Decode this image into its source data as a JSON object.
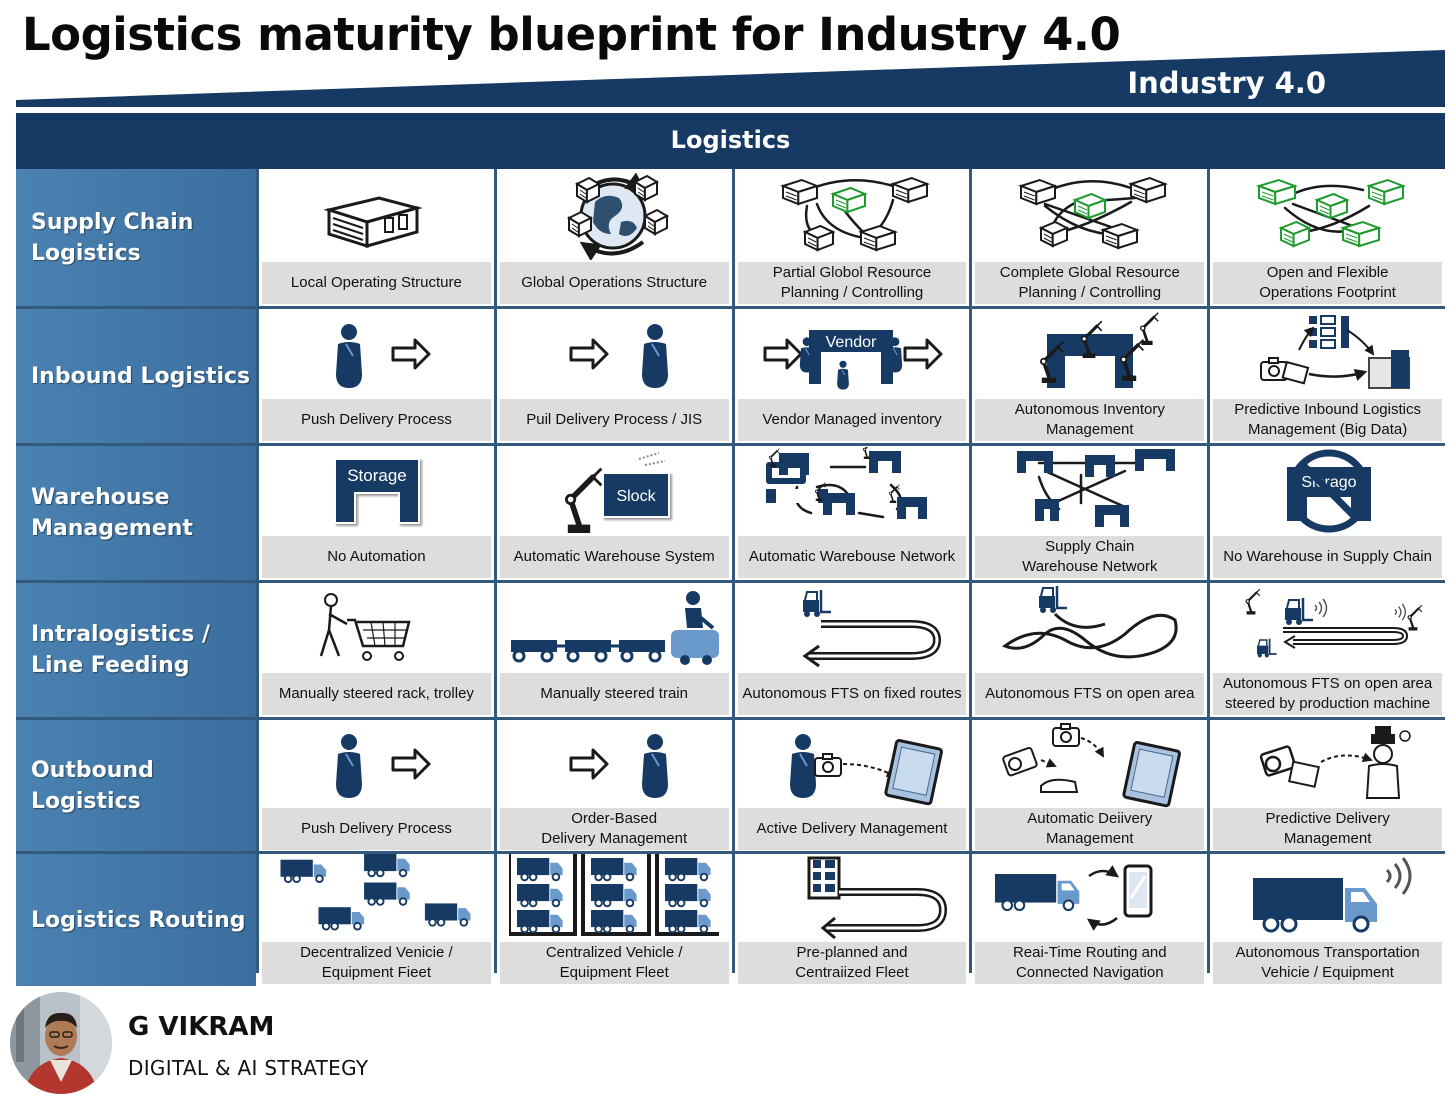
{
  "header": {
    "title": "Logistics maturity blueprint for Industry 4.0",
    "banner": "Industry 4.0",
    "section": "Logistics"
  },
  "colors": {
    "navy": "#163a63",
    "row_blue": "#3e75a5",
    "caption_gray": "#dddddd",
    "accent_green": "#1f9a2e"
  },
  "rows": [
    {
      "label": "Supply Chain\nLogistics",
      "cells": [
        {
          "icon": "building-icon",
          "text": "Local Operating Structure"
        },
        {
          "icon": "globe-network-icon",
          "text": "Global Operations Structure"
        },
        {
          "icon": "partial-network-icon",
          "text": "Partial Globol Resource\nPlanning / Controlling"
        },
        {
          "icon": "full-network-icon",
          "text": "Complete Global Resource\nPlanning / Controlling"
        },
        {
          "icon": "green-network-icon",
          "text": "Open and Flexible\nOperations Footprint"
        }
      ]
    },
    {
      "label": "Inbound Logistics",
      "cells": [
        {
          "icon": "person-push-icon",
          "text": "Push Delivery Process"
        },
        {
          "icon": "person-pull-icon",
          "text": "Puil Delivery Process / JIS"
        },
        {
          "icon": "vendor-icon",
          "label": "Vendor",
          "text": "Vendor Managed inventory"
        },
        {
          "icon": "robot-warehouse-icon",
          "text": "Autonomous Inventory\nManagement"
        },
        {
          "icon": "big-data-icon",
          "text": "Predictive Inbound Logistics\nManagement (Big Data)"
        }
      ]
    },
    {
      "label": "Warehouse\nManagement",
      "cells": [
        {
          "icon": "storage-icon",
          "label": "Storage",
          "text": "No Automation"
        },
        {
          "icon": "robot-stock-icon",
          "label": "Slock",
          "text": "Automatic Warehouse System"
        },
        {
          "icon": "warehouse-network-icon",
          "text": "Automatic Warebouse Network"
        },
        {
          "icon": "supply-network-icon",
          "text": "Supply Chain\nWarehouse Network"
        },
        {
          "icon": "no-storage-icon",
          "label": "Slorago",
          "text": "No Warehouse in Supply Chain"
        }
      ]
    },
    {
      "label": "Intralogistics /\nLine Feeding",
      "cells": [
        {
          "icon": "trolley-icon",
          "text": "Manually steered rack, trolley"
        },
        {
          "icon": "train-icon",
          "text": "Manually  steered train"
        },
        {
          "icon": "fixed-route-icon",
          "text": "Autonomous FTS on fixed routes"
        },
        {
          "icon": "open-area-icon",
          "text": "Autonomous FTS on open area"
        },
        {
          "icon": "machine-steered-icon",
          "text": "Autonomous FTS on open area\nsteered by production machine"
        }
      ]
    },
    {
      "label": "Outbound\nLogistics",
      "cells": [
        {
          "icon": "person-push-icon",
          "text": "Push Delivery Process"
        },
        {
          "icon": "person-pull-icon",
          "text": "Order-Based\nDelivery Management"
        },
        {
          "icon": "active-delivery-icon",
          "text": "Active Delivery Management"
        },
        {
          "icon": "automatic-delivery-icon",
          "text": "Automatic Deiivery\nManagement"
        },
        {
          "icon": "predictive-delivery-icon",
          "text": "Predictive Delivery\nManagement"
        }
      ]
    },
    {
      "label": "Logistics Routing",
      "cells": [
        {
          "icon": "scattered-trucks-icon",
          "text": "Decentralized Venicie /\nEquipment Fieet"
        },
        {
          "icon": "fleet-grid-icon",
          "text": "Centralized Vehicle /\nEquipment Fleet"
        },
        {
          "icon": "planned-fleet-icon",
          "text": "Pre-planned and\nCentraiized Fleet"
        },
        {
          "icon": "truck-phone-icon",
          "text": "Reai-Time Routing and\nConnected Navigation"
        },
        {
          "icon": "autonomous-truck-icon",
          "text": "Autonomous Transportation\nVehicie / Equipment"
        }
      ]
    }
  ],
  "author": {
    "name": "G VIKRAM",
    "role": "DIGITAL & AI STRATEGY"
  }
}
